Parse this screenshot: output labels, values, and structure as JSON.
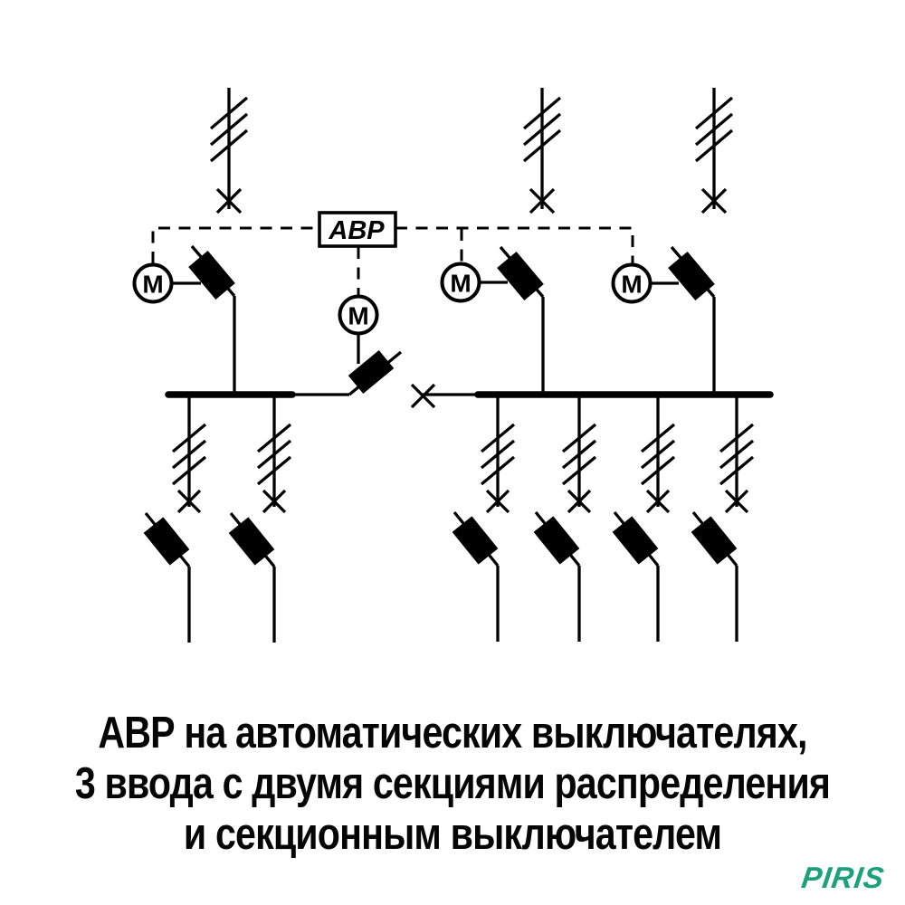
{
  "page": {
    "background_color": "#ffffff",
    "line_color": "#000000"
  },
  "schematic": {
    "avr_box_label": "АВР",
    "motor_drive_label": "М",
    "input_feeder_count": 3,
    "bus_section_count": 2,
    "section1_outgoing_feeder_count": 2,
    "section2_outgoing_feeder_count": 4
  },
  "caption": {
    "line1": "АВР на автоматических выключателях,",
    "line2": "3 ввода с двумя секциями распределения",
    "line3": "и секционным выключателем"
  },
  "logo": {
    "text": "PIRIS",
    "color": "#1CA17C"
  }
}
